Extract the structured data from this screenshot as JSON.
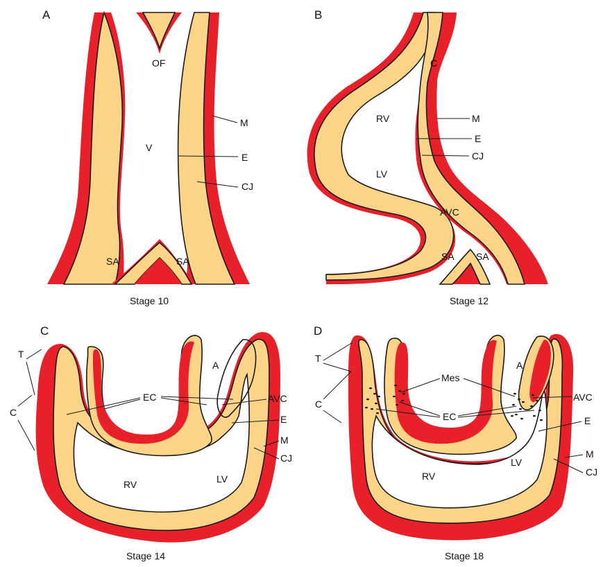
{
  "panels": [
    {
      "letter": "A",
      "stage": "Stage 10",
      "labels": {
        "of": "OF",
        "m": "M",
        "v": "V",
        "e": "E",
        "cj": "CJ",
        "sa_left": "SA",
        "sa_right": "SA"
      }
    },
    {
      "letter": "B",
      "stage": "Stage 12",
      "labels": {
        "c": "C",
        "rv": "RV",
        "m": "M",
        "e": "E",
        "cj": "CJ",
        "lv": "LV",
        "avc": "AVC",
        "sa_left": "SA",
        "sa_right": "SA"
      }
    },
    {
      "letter": "C",
      "stage": "Stage 14",
      "labels": {
        "t": "T",
        "c": "C",
        "ec": "EC",
        "a": "A",
        "avc": "AVC",
        "e": "E",
        "m": "M",
        "cj": "CJ",
        "rv": "RV",
        "lv": "LV"
      }
    },
    {
      "letter": "D",
      "stage": "Stage 18",
      "labels": {
        "t": "T",
        "c": "C",
        "mes": "Mes",
        "a": "A",
        "avc": "AVC",
        "ec": "EC",
        "e": "E",
        "m": "M",
        "cj": "CJ",
        "rv": "RV",
        "lv": "LV"
      }
    }
  ],
  "colors": {
    "myocardium": "#e8202a",
    "cardiac_jelly": "#fbd487",
    "outline": "#1a1a1a"
  }
}
